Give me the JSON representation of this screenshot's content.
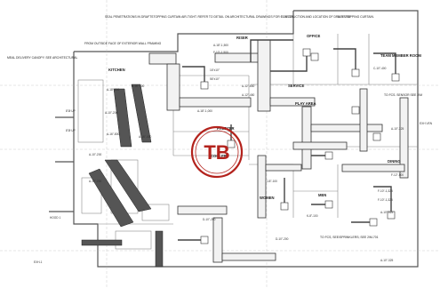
{
  "notes": {
    "top": "SEAL PENETRATIONS IN DRAFTSTOPPING CURTAIN AIR-TIGHT. REFER TO DETAIL ON ARCHITECTURAL DRAWINGS FOR CONSTRUCTION AND LOCATION OF DRAFTSTOPPING CURTAIN.",
    "wall": "FROM OUTSIDE FACE OF EXTERIOR WALL FRAMING",
    "canopy": "MEAL DELIVERY CANOPY. SEE ARCHITECTURAL",
    "fire": "TO FCS, SEE/SPRINKLERS; SEE 2/M-701",
    "sensor": "TO FCS. SENSOR SEE 2/M"
  },
  "rooms": {
    "kitchen": "KITCHEN",
    "riser": "RISER",
    "office": "OFFICE",
    "team": "TEAM MEMBER ROOM",
    "service": "SERVICE",
    "play": "PLAY AREA",
    "freezer": "FREEZER",
    "cooler": "COOLER",
    "dining": "DINING",
    "women": "WOMEN",
    "men": "MEN"
  },
  "tags": {
    "t1": "F-12\"-325",
    "t2": "B-16\"-950",
    "t3": "A-18\"-1,500",
    "t4": "F-10\"-1,500",
    "t5": "A-18\"-800",
    "t6": "A-16\"-800",
    "t7": "F-10\"-1,325",
    "t8": "F-10\"-1,325",
    "t9": "A-10\"-325",
    "t10": "A-10\"-200",
    "t11": "A-16\"-800",
    "t12": "A-10\"-200",
    "t13": "J-8\"-100",
    "t14": "A-18\"-1,000",
    "t15": "K-8\"-100",
    "t16": "A-10\"-325",
    "t17": "D-10\"-200",
    "t18": "A-10\"-200",
    "t19": "A-12\"-450",
    "t20": "A-12\"-650",
    "t21": "56\"x10\"",
    "t22": "16\"x10\"",
    "t23": "A-16\"-400",
    "t24": "8\"Ø UP",
    "t25": "8\"Ø UP",
    "t26": "D-10\"-200",
    "t27": "C-10\"-400",
    "t28": "A-10\"-325",
    "t29": "F-12\"-500"
  },
  "side_labels": {
    "hood": "HOOD 1",
    "exh": "EXH VEN",
    "exhaust": "EXH-1"
  },
  "logo": {
    "text": "TB",
    "color": "#b3221c"
  }
}
